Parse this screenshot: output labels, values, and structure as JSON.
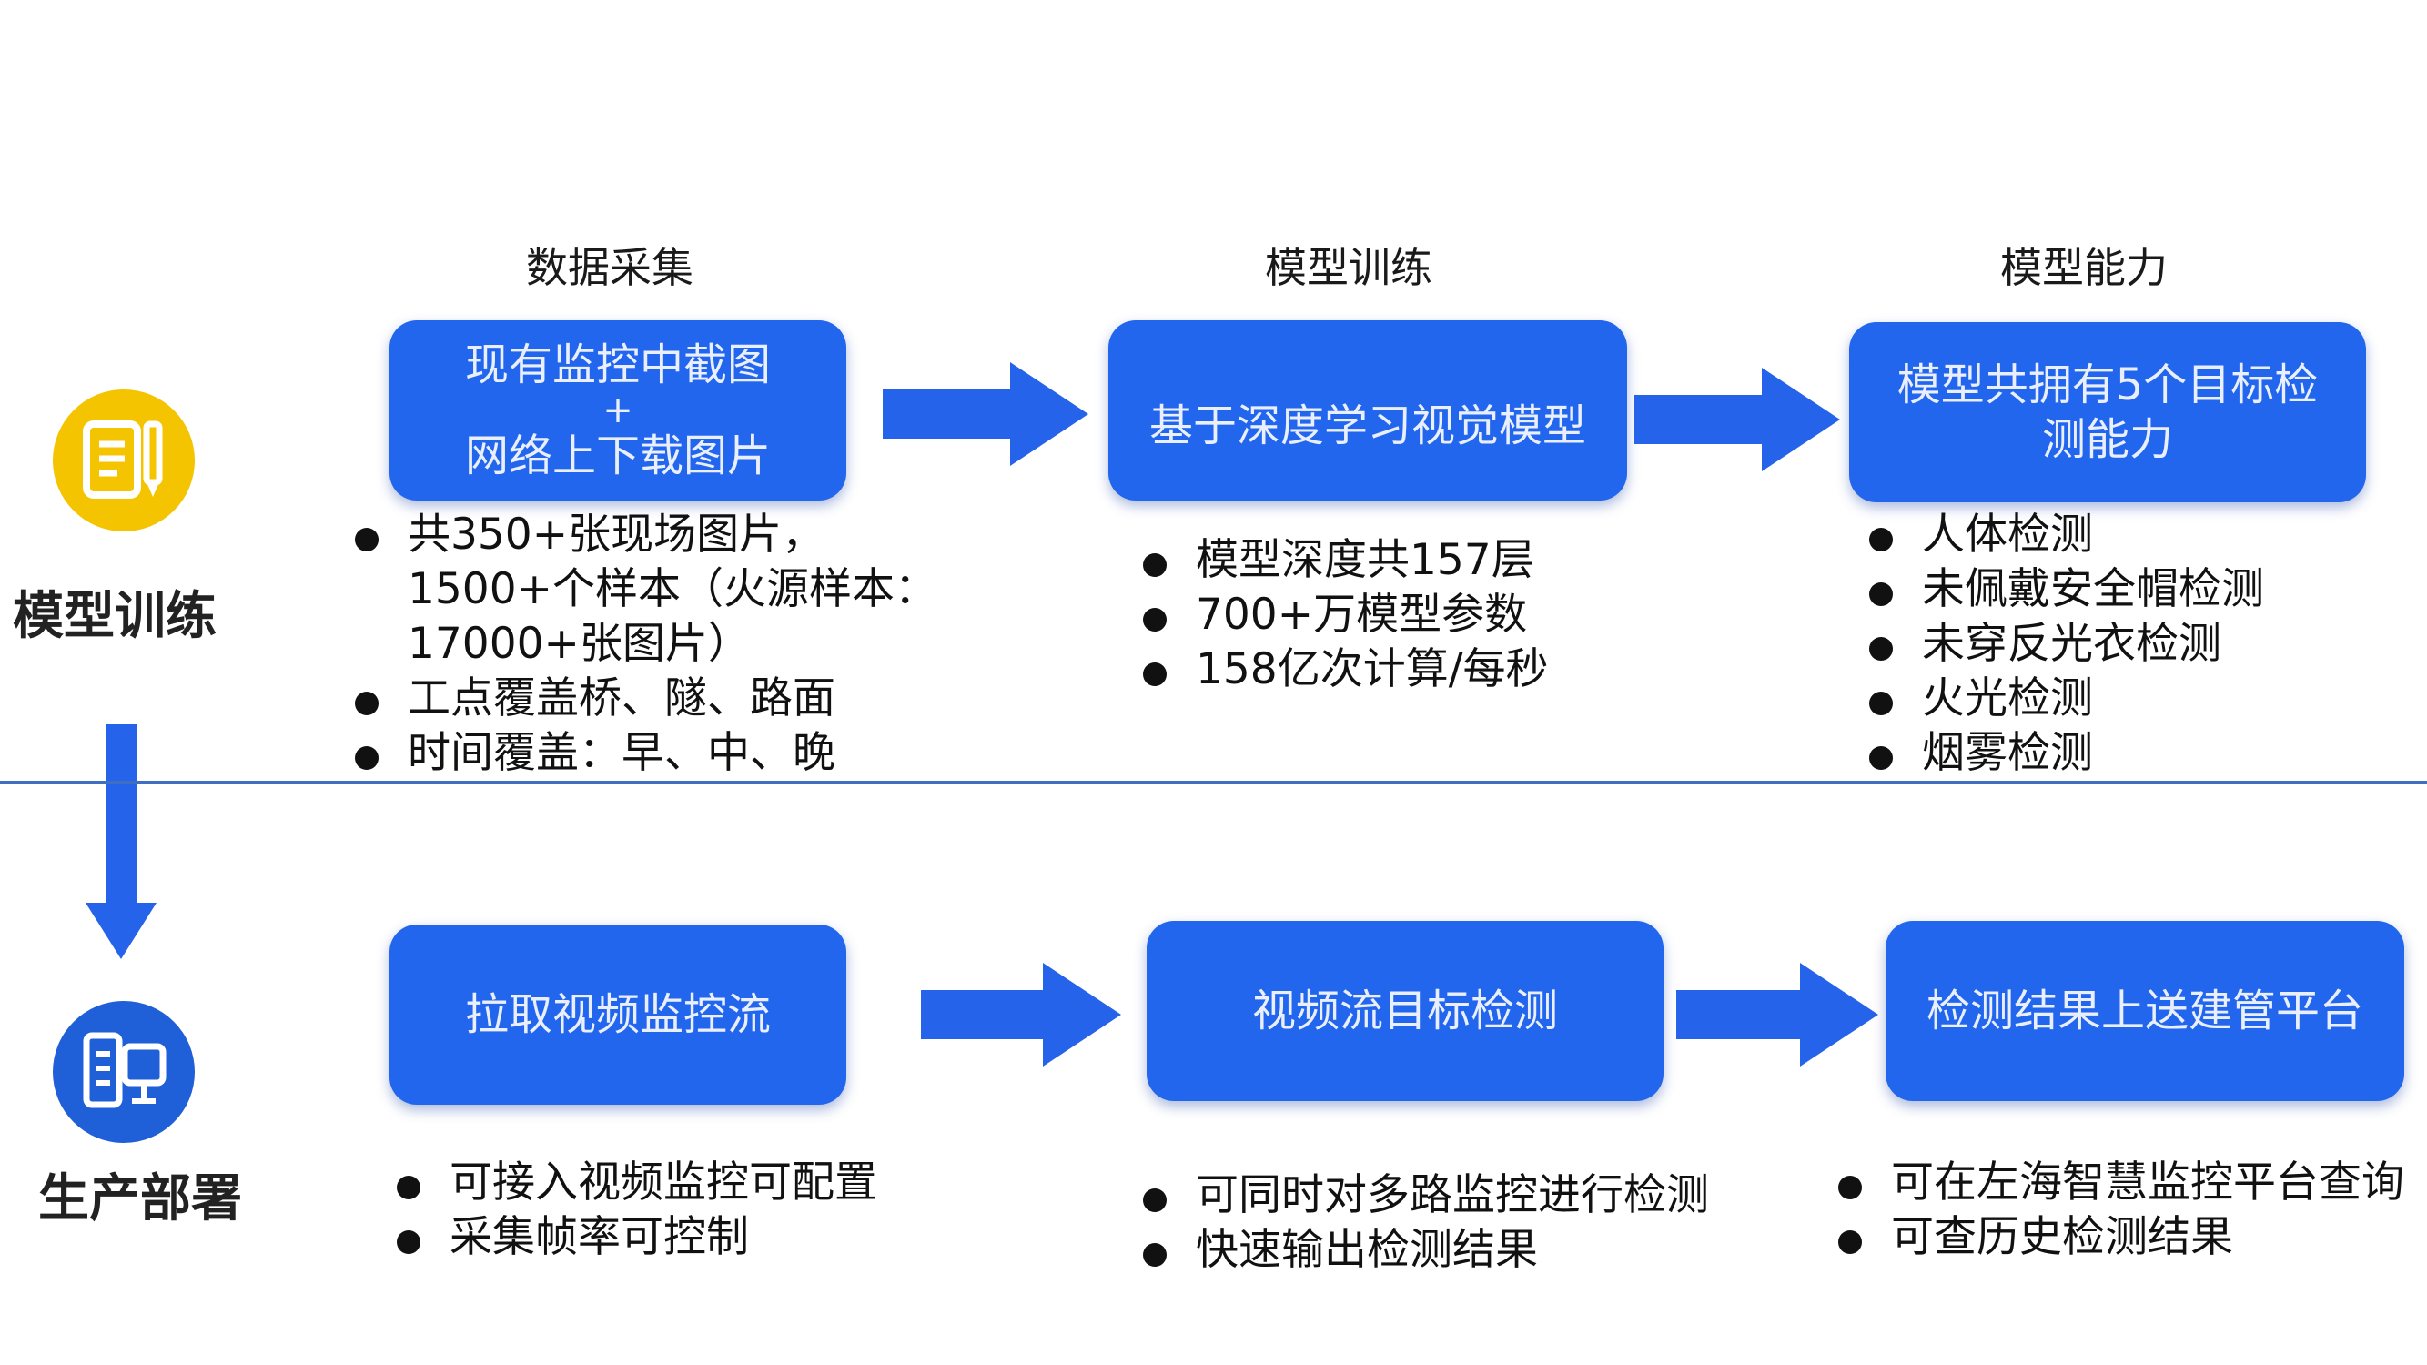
{
  "sections": {
    "training": {
      "label": "模型训练",
      "icon": "document-pencil-icon",
      "icon_color": "#f5c400"
    },
    "deploy": {
      "label": "生产部署",
      "icon": "server-monitor-icon",
      "icon_color": "#1f5fd8"
    }
  },
  "columns": {
    "data": {
      "title": "数据采集"
    },
    "train": {
      "title": "模型训练"
    },
    "ability": {
      "title": "模型能力"
    }
  },
  "training_row": {
    "box1": {
      "line1": "现有监控中截图",
      "plus": "+",
      "line2": "网络上下载图片"
    },
    "box2": {
      "text": "基于深度学习视觉模型"
    },
    "box3": {
      "line1": "模型共拥有5个目标检",
      "line2": "测能力"
    },
    "bullets1": [
      {
        "line1": "共350+张现场图片，",
        "line2": "1500+个样本（火源样本：",
        "line3": "17000+张图片）"
      },
      {
        "line1": "工点覆盖桥、隧、路面"
      },
      {
        "line1": "时间覆盖：早、中、晚"
      }
    ],
    "bullets2": [
      "模型深度共157层",
      "700+万模型参数",
      "158亿次计算/每秒"
    ],
    "bullets3": [
      "人体检测",
      "未佩戴安全帽检测",
      "未穿反光衣检测",
      "火光检测",
      "烟雾检测"
    ]
  },
  "deploy_row": {
    "box1": {
      "text": "拉取视频监控流"
    },
    "box2": {
      "text": "视频流目标检测"
    },
    "box3": {
      "text": "检测结果上送建管平台"
    },
    "bullets1": [
      "可接入视频监控可配置",
      "采集帧率可控制"
    ],
    "bullets2": [
      "可同时对多路监控进行检测",
      "快速输出检测结果"
    ],
    "bullets3": [
      "可在左海智慧监控平台查询",
      "可查历史检测结果"
    ]
  },
  "colors": {
    "box": "#2266ee",
    "arrow": "#2563eb",
    "divider": "#3f6fc2"
  }
}
